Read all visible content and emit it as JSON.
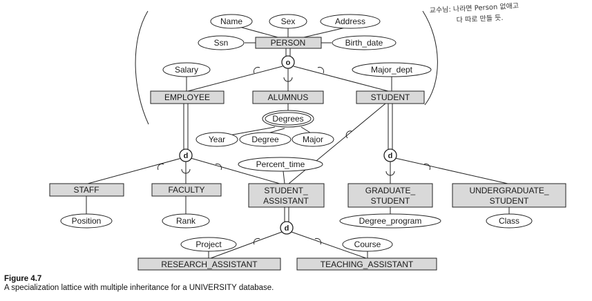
{
  "entities": {
    "person": "PERSON",
    "employee": "EMPLOYEE",
    "alumnus": "ALUMNUS",
    "student": "STUDENT",
    "staff": "STAFF",
    "faculty": "FACULTY",
    "student_assistant_1": "STUDENT_",
    "student_assistant_2": "ASSISTANT",
    "graduate_student_1": "GRADUATE_",
    "graduate_student_2": "STUDENT",
    "undergraduate_student_1": "UNDERGRADUATE_",
    "undergraduate_student_2": "STUDENT",
    "research_assistant": "RESEARCH_ASSISTANT",
    "teaching_assistant": "TEACHING_ASSISTANT"
  },
  "attributes": {
    "name": "Name",
    "sex": "Sex",
    "address": "Address",
    "ssn": "Ssn",
    "birth_date": "Birth_date",
    "salary": "Salary",
    "major_dept": "Major_dept",
    "degrees": "Degrees",
    "year": "Year",
    "degree": "Degree",
    "major": "Major",
    "percent_time": "Percent_time",
    "position": "Position",
    "rank": "Rank",
    "degree_program": "Degree_program",
    "class": "Class",
    "project": "Project",
    "course": "Course"
  },
  "specialization_markers": {
    "overlap": "o",
    "disjoint_employee": "d",
    "disjoint_student": "d",
    "disjoint_assistant": "d"
  },
  "handwritten_note": {
    "line1": "교수님: 나라면 Person 없애고",
    "line2": "다 따로 만들 듯."
  },
  "caption": {
    "title": "Figure 4.7",
    "text": "A specialization lattice with multiple inheritance for a UNIVERSITY database."
  }
}
